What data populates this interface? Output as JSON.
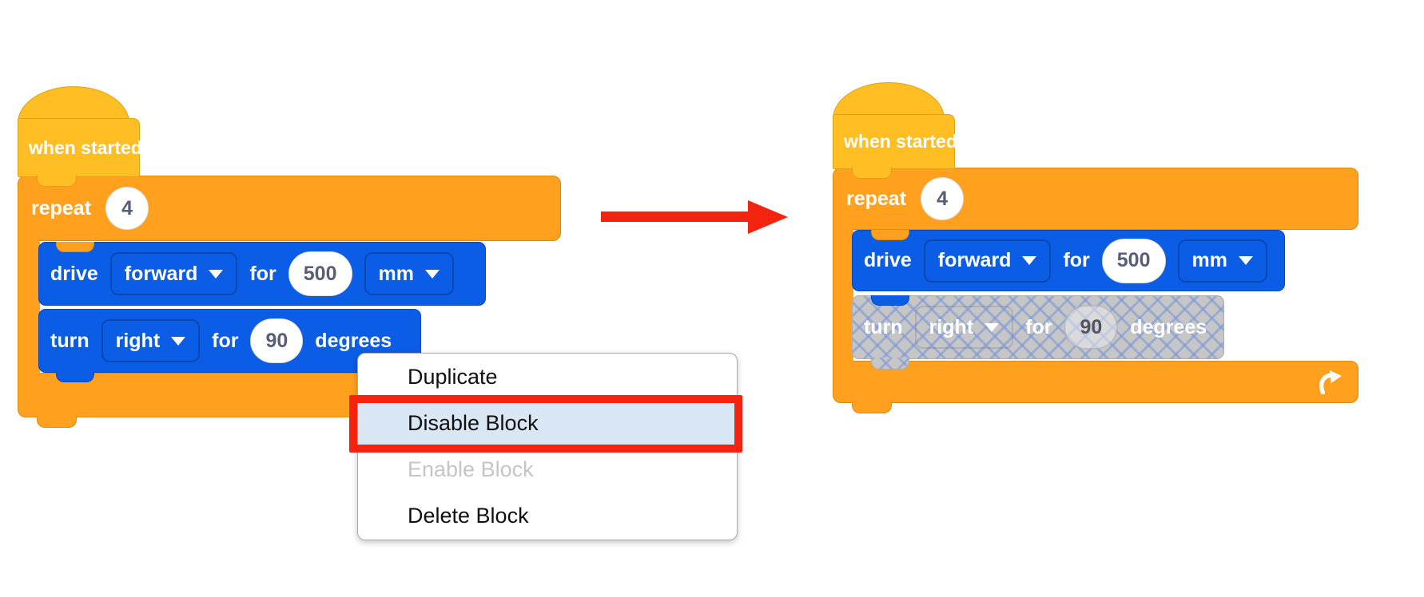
{
  "colors": {
    "hat": "#FFBE24",
    "hatb": "#DBA315",
    "ctl": "#FFA11E",
    "ctlb": "#DB8A12",
    "blue": "#0C5DE5",
    "blueb": "#0A47B8",
    "gray": "#C6C6C6",
    "grayb": "#ADADAD",
    "red": "#F3230F",
    "hl": "#D9E7F5",
    "num": "#575E75",
    "distxt": "#C5C5C5"
  },
  "left_stack": {
    "hat_label": "when started",
    "repeat": {
      "label": "repeat",
      "count": "4"
    },
    "drive": {
      "verb": "drive",
      "direction": "forward",
      "for_label": "for",
      "distance": "500",
      "unit": "mm"
    },
    "turn": {
      "verb": "turn",
      "direction": "right",
      "for_label": "for",
      "angle": "90",
      "unit_label": "degrees"
    }
  },
  "right_stack": {
    "hat_label": "when started",
    "repeat": {
      "label": "repeat",
      "count": "4"
    },
    "drive": {
      "verb": "drive",
      "direction": "forward",
      "for_label": "for",
      "distance": "500",
      "unit": "mm"
    },
    "turn": {
      "verb": "turn",
      "direction": "right",
      "for_label": "for",
      "angle": "90",
      "unit_label": "degrees",
      "state": "disabled"
    }
  },
  "context_menu": {
    "items": [
      {
        "label": "Duplicate",
        "state": "normal"
      },
      {
        "label": "Disable Block",
        "state": "highlighted"
      },
      {
        "label": "Enable Block",
        "state": "disabled"
      },
      {
        "label": "Delete Block",
        "state": "normal"
      }
    ]
  }
}
